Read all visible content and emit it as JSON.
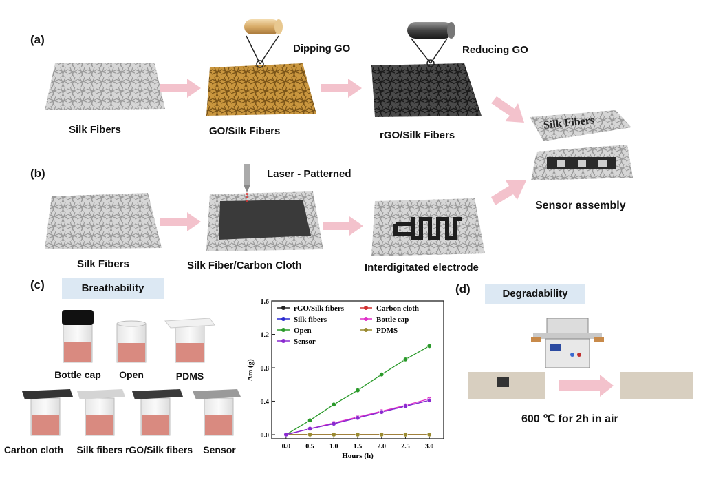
{
  "panels": {
    "a": "(a)",
    "b": "(b)",
    "c": "(c)",
    "d": "(d)"
  },
  "row_a": {
    "silk": "Silk Fibers",
    "go_silk": "GO/Silk Fibers",
    "rgo_silk": "rGO/Silk Fibers",
    "dipping": "Dipping GO",
    "reducing": "Reducing GO"
  },
  "row_b": {
    "silk": "Silk Fibers",
    "carbon": "Silk Fiber/Carbon Cloth",
    "electrode": "Interdigitated electrode",
    "laser": "Laser - Patterned"
  },
  "assembly": {
    "label": "Sensor assembly",
    "top_text": "Silk Fibers"
  },
  "breath": {
    "header": "Breathability",
    "vials": [
      "Bottle cap",
      "Open",
      "PDMS",
      "Carbon cloth",
      "Silk fibers",
      "rGO/Silk fibers",
      "Sensor"
    ]
  },
  "degrade": {
    "header": "Degradability",
    "caption": "600 ℃ for 2h in air"
  },
  "colors": {
    "rgo": "#222222",
    "carbon": "#d03030",
    "silk": "#2a2ad0",
    "bottle": "#e030c8",
    "open": "#2a9a2a",
    "pdms": "#9a8a30",
    "sensor": "#8a2ad0",
    "arrow": "#f3c2cc",
    "liquid": "#d98a80",
    "header": "#dce8f3"
  },
  "chart_data": {
    "type": "line",
    "xlabel": "Hours (h)",
    "ylabel": "Δm (g)",
    "xlim": [
      -0.3,
      3.3
    ],
    "ylim": [
      -0.05,
      1.6
    ],
    "x_ticks": [
      "0.0",
      "0.5",
      "1.0",
      "1.5",
      "2.0",
      "2.5",
      "3.0"
    ],
    "y_ticks": [
      "0.0",
      "0.4",
      "0.8",
      "1.2",
      "1.6"
    ],
    "x": [
      0,
      0.5,
      1.0,
      1.5,
      2.0,
      2.5,
      3.0
    ],
    "legend_position": "top",
    "series": [
      {
        "name": "rGO/Silk fibers",
        "color": "#222222",
        "values": [
          0,
          0,
          0,
          0,
          0,
          0,
          0
        ]
      },
      {
        "name": "Carbon cloth",
        "color": "#d03030",
        "values": [
          0,
          0,
          0,
          0,
          0,
          0,
          0
        ]
      },
      {
        "name": "Silk fibers",
        "color": "#2a2ad0",
        "values": [
          0,
          0.07,
          0.13,
          0.2,
          0.27,
          0.34,
          0.41
        ]
      },
      {
        "name": "Bottle cap",
        "color": "#e030c8",
        "values": [
          0,
          0.07,
          0.14,
          0.21,
          0.28,
          0.35,
          0.43
        ]
      },
      {
        "name": "Open",
        "color": "#2a9a2a",
        "values": [
          0,
          0.17,
          0.36,
          0.53,
          0.72,
          0.9,
          1.06
        ]
      },
      {
        "name": "PDMS",
        "color": "#9a8a30",
        "values": [
          0,
          0,
          0,
          0,
          0,
          0,
          0
        ]
      },
      {
        "name": "Sensor",
        "color": "#8a2ad0",
        "values": [
          0,
          0.07,
          0.13,
          0.2,
          0.27,
          0.34,
          0.41
        ]
      }
    ]
  }
}
